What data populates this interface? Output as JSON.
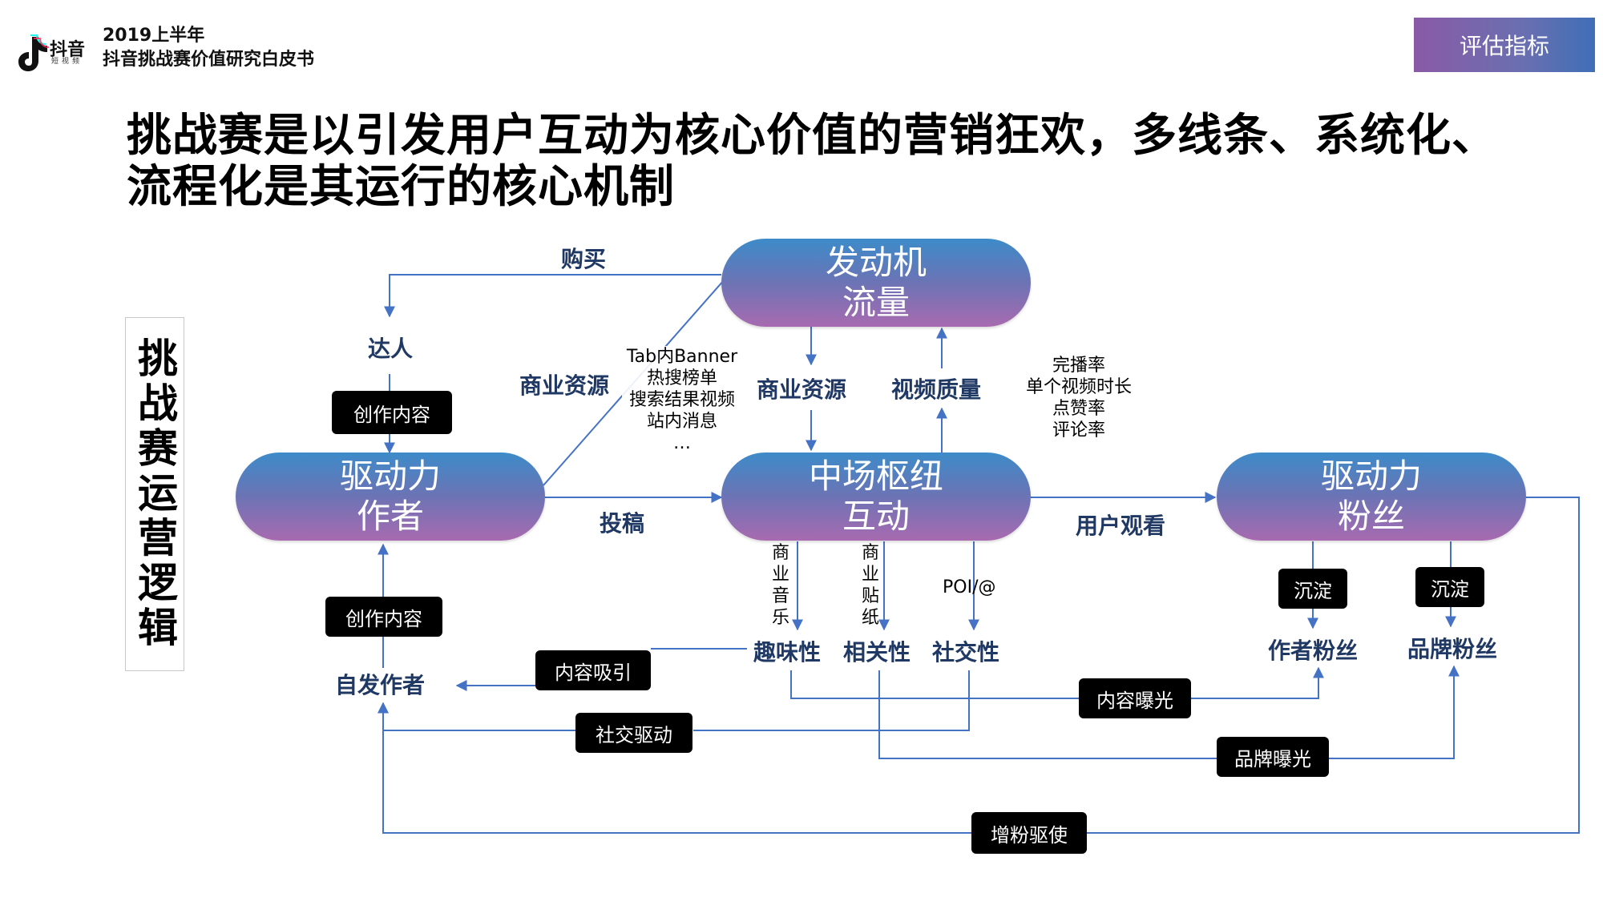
{
  "header": {
    "brand_name": "抖音",
    "brand_sub": "短视频",
    "report_line1": "2019上半年",
    "report_line2": "抖音挑战赛价值研究白皮书",
    "tag": "评估指标"
  },
  "headline": {
    "line1": "挑战赛是以引发用户互动为核心价值的营销狂欢，多线条、系统化、",
    "line2": "流程化是其运行的核心机制"
  },
  "side_label": "挑战赛运营逻辑",
  "nodes": {
    "engine": {
      "line1": "发动机",
      "line2": "流量"
    },
    "author_driver": {
      "line1": "驱动力",
      "line2": "作者"
    },
    "hub": {
      "line1": "中场枢纽",
      "line2": "互动"
    },
    "fan_driver": {
      "line1": "驱动力",
      "line2": "粉丝"
    }
  },
  "labels": {
    "buy": "购买",
    "influencer": "达人",
    "biz_resource_left": "商业资源",
    "biz_resource_mid": "商业资源",
    "video_quality": "视频质量",
    "submit": "投稿",
    "user_watch": "用户观看",
    "self_author": "自发作者",
    "fun": "趣味性",
    "relevance": "相关性",
    "social": "社交性",
    "author_fans": "作者粉丝",
    "brand_fans": "品牌粉丝"
  },
  "resources_list": [
    "Tab内Banner",
    "热搜榜单",
    "搜索结果视频",
    "站内消息",
    "…"
  ],
  "quality_metrics": [
    "完播率",
    "单个视频时长",
    "点赞率",
    "评论率"
  ],
  "vertical_texts": {
    "biz_music": "商业音乐",
    "biz_sticker": "商业贴纸",
    "poi": "POI/@"
  },
  "boxes": {
    "create_content_top": "创作内容",
    "create_content_bottom": "创作内容",
    "content_attract": "内容吸引",
    "social_drive": "社交驱动",
    "content_exposure": "内容曝光",
    "brand_exposure": "品牌曝光",
    "fan_boost": "增粉驱使",
    "settle_1": "沉淀",
    "settle_2": "沉淀"
  },
  "colors": {
    "line": "#4472c4",
    "label": "#1f3864",
    "pill_top": "#3d8bc9",
    "pill_bottom": "#a86ab0",
    "tag_bg": "#7a62ad"
  }
}
